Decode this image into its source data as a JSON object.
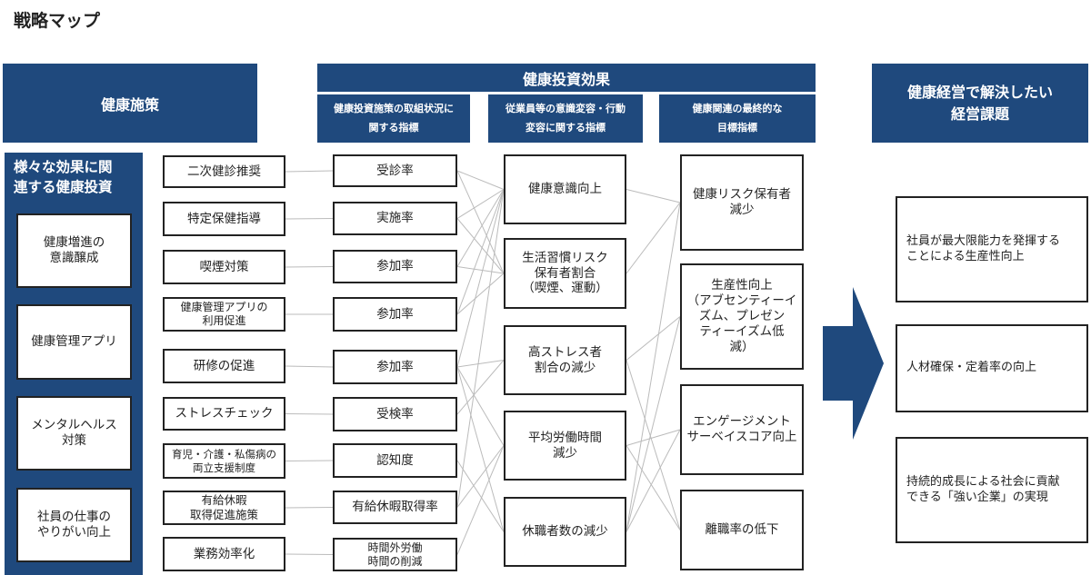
{
  "title": "戦略マップ",
  "headers": {
    "measures": "健康施策",
    "effects": "健康投資効果",
    "effects_sub": [
      "健康投資施策の取組状況に\n関する指標",
      "従業員等の意識変容・行動\n変容に関する指標",
      "健康関連の最終的な\n目標指標"
    ],
    "issues": "健康経営で解決したい\n経営課題"
  },
  "left_panel": {
    "title": "様々な効果に関\n連する健康投資",
    "items": [
      "健康増進の\n意識醸成",
      "健康管理アプリ",
      "メンタルヘルス\n対策",
      "社員の仕事の\nやりがい向上"
    ]
  },
  "measures": [
    "二次健診推奨",
    "特定保健指導",
    "喫煙対策",
    "健康管理アプリの\n利用促進",
    "研修の促進",
    "ストレスチェック",
    "育児・介護・私傷病の\n両立支援制度",
    "有給休暇\n取得促進施策",
    "業務効率化"
  ],
  "indicators": [
    "受診率",
    "実施率",
    "参加率",
    "参加率",
    "参加率",
    "受検率",
    "認知度",
    "有給休暇取得率",
    "時間外労働\n時間の削減"
  ],
  "behaviors": [
    "健康意識向上",
    "生活習慣リスク\n保有者割合\n（喫煙、運動）",
    "高ストレス者\n割合の減少",
    "平均労働時間\n減少",
    "休職者数の減少"
  ],
  "goals": [
    "健康リスク保有者\n減少",
    "生産性向上\n（アブセンティーイ\nズム、プレゼン\nティーイズム低\n減）",
    "エンゲージメント\nサーベイスコア向上",
    "離職率の低下"
  ],
  "issues": [
    "社員が最大限能力を発揮する\nことによる生産性向上",
    "人材確保・定着率の向上",
    "持続的成長による社会に貢献\nできる「強い企業」の実現"
  ],
  "links_indicator_behavior": [
    [
      0,
      0
    ],
    [
      0,
      1
    ],
    [
      1,
      0
    ],
    [
      1,
      1
    ],
    [
      2,
      0
    ],
    [
      2,
      1
    ],
    [
      3,
      0
    ],
    [
      3,
      1
    ],
    [
      4,
      0
    ],
    [
      4,
      2
    ],
    [
      4,
      3
    ],
    [
      4,
      4
    ],
    [
      5,
      2
    ],
    [
      6,
      4
    ],
    [
      7,
      3
    ],
    [
      7,
      0
    ],
    [
      8,
      3
    ]
  ],
  "links_behavior_goal": [
    [
      0,
      0
    ],
    [
      1,
      0
    ],
    [
      2,
      1
    ],
    [
      2,
      3
    ],
    [
      3,
      2
    ],
    [
      3,
      3
    ],
    [
      4,
      0
    ],
    [
      4,
      1
    ],
    [
      4,
      2
    ]
  ],
  "colors": {
    "accent": "#1f497d",
    "line": "#bbbbbb"
  }
}
